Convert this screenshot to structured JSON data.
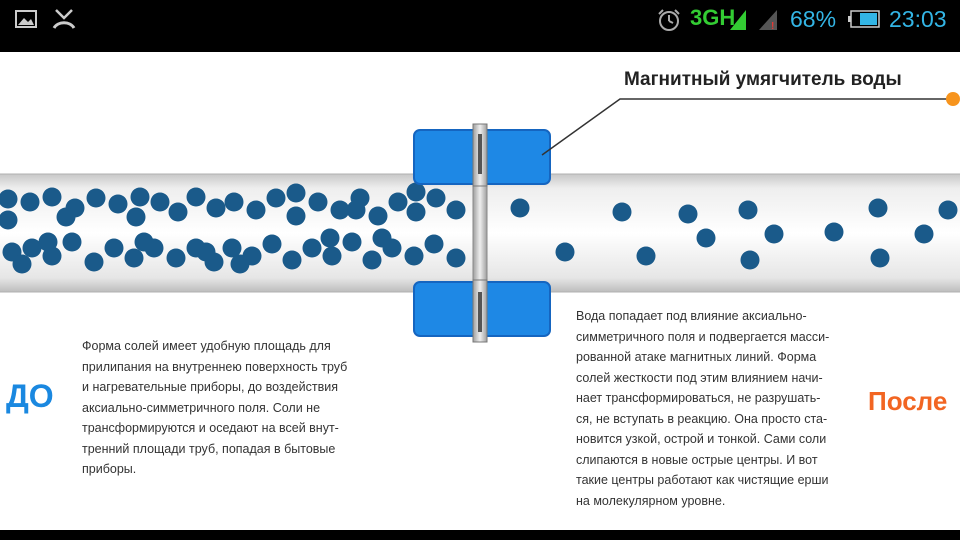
{
  "status_bar": {
    "network_type": "3GH",
    "battery_percent": "68%",
    "time": "23:03",
    "icons": [
      "image-icon",
      "missed-call-icon",
      "alarm-icon",
      "signal-icon",
      "signal-alert-icon",
      "battery-icon"
    ],
    "accent_color": "#33b5e5"
  },
  "diagram": {
    "title": "Магнитный умягчитель воды",
    "label_before": "ДО",
    "label_after": "После",
    "description_before": [
      "Форма солей имеет удобную площадь для",
      "прилипания на внутреннею поверхность труб",
      "и нагревательные приборы, до воздействия",
      "аксиально-симметричного поля. Соли не",
      "трансформируются и оседают на всей внут-",
      "тренний площади труб, попадая в бытовые",
      "приборы."
    ],
    "description_after": [
      "Вода попадает под влияние аксиально-",
      "симметричного поля и подвергается масси-",
      "рованной атаке магнитных линий. Форма",
      "солей жесткости под этим влиянием начи-",
      "нает трансформироваться, не разрушать-",
      "ся, не вступать в реакцию. Она просто ста-",
      "новится узкой, острой и тонкой. Сами соли",
      "слипаются в новые острые центры. И вот",
      "такие центры работают как чистящие ерши",
      "на молекулярном уровне."
    ],
    "colors": {
      "magnet": "#1e88e5",
      "particle": "#1a5a8a",
      "label_before": "#1a88e0",
      "label_after": "#f26522",
      "indicator": "#f7941d"
    }
  }
}
